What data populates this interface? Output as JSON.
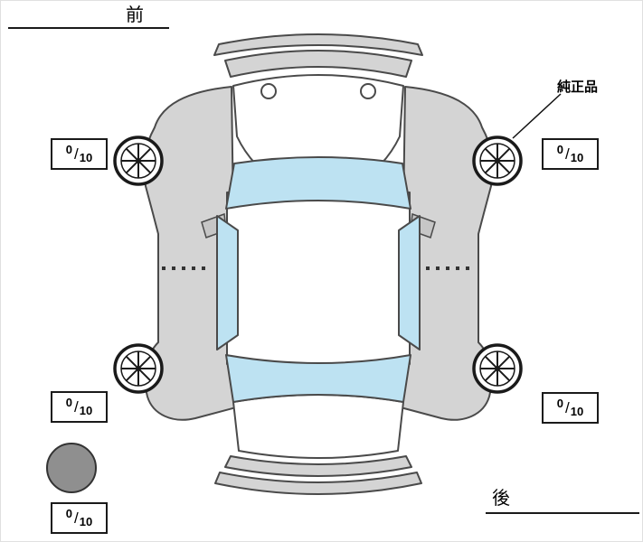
{
  "labels": {
    "front": "前",
    "rear": "後",
    "genuine_part": "純正品"
  },
  "tread": {
    "separator": "/",
    "front_left": {
      "value": "0",
      "max": "10"
    },
    "front_right": {
      "value": "0",
      "max": "10"
    },
    "rear_left": {
      "value": "0",
      "max": "10"
    },
    "rear_right": {
      "value": "0",
      "max": "10"
    },
    "spare": {
      "value": "0",
      "max": "10"
    }
  },
  "colors": {
    "body_gray": "#d4d4d4",
    "glass_blue": "#bde2f2",
    "outline": "#1a1a1a",
    "panel_stroke": "#4a4a4a",
    "spare_gray": "#8f8f8f",
    "mirror_gray": "#c6c6c6"
  }
}
